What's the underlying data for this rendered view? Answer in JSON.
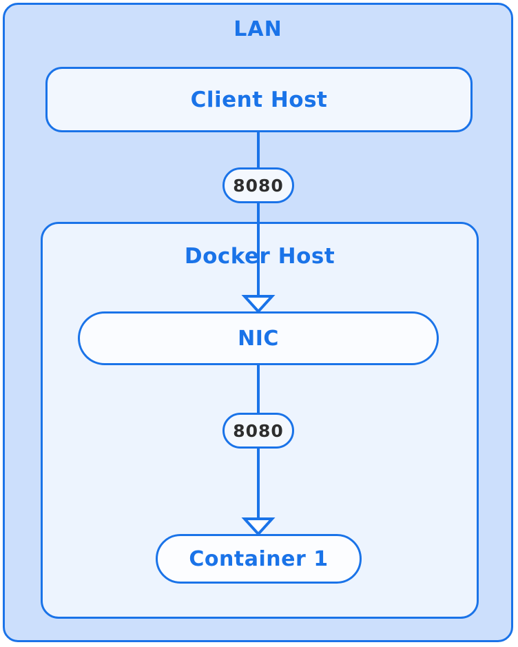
{
  "diagram": {
    "title": "LAN",
    "type": "network-topology",
    "colors": {
      "accent": "#1a73e8",
      "lan_fill": "#ccdffc",
      "docker_fill": "#edf4fe",
      "node_fill": "#f2f7fe",
      "container_fill": "#fcfdff",
      "port_text": "#2e2e2e"
    },
    "boundaries": [
      {
        "id": "lan",
        "label": "LAN"
      },
      {
        "id": "docker-host",
        "label": "Docker Host"
      }
    ],
    "nodes": [
      {
        "id": "client-host",
        "label": "Client Host",
        "parent": "lan"
      },
      {
        "id": "nic",
        "label": "NIC",
        "parent": "docker-host"
      },
      {
        "id": "container-1",
        "label": "Container 1",
        "parent": "docker-host"
      }
    ],
    "ports": [
      {
        "id": "port-client-to-nic",
        "label": "8080"
      },
      {
        "id": "port-nic-to-container",
        "label": "8080"
      }
    ],
    "edges": [
      {
        "from": "client-host",
        "to": "nic",
        "port": "8080",
        "arrow": "open-triangle"
      },
      {
        "from": "nic",
        "to": "container-1",
        "port": "8080",
        "arrow": "open-triangle"
      }
    ]
  }
}
